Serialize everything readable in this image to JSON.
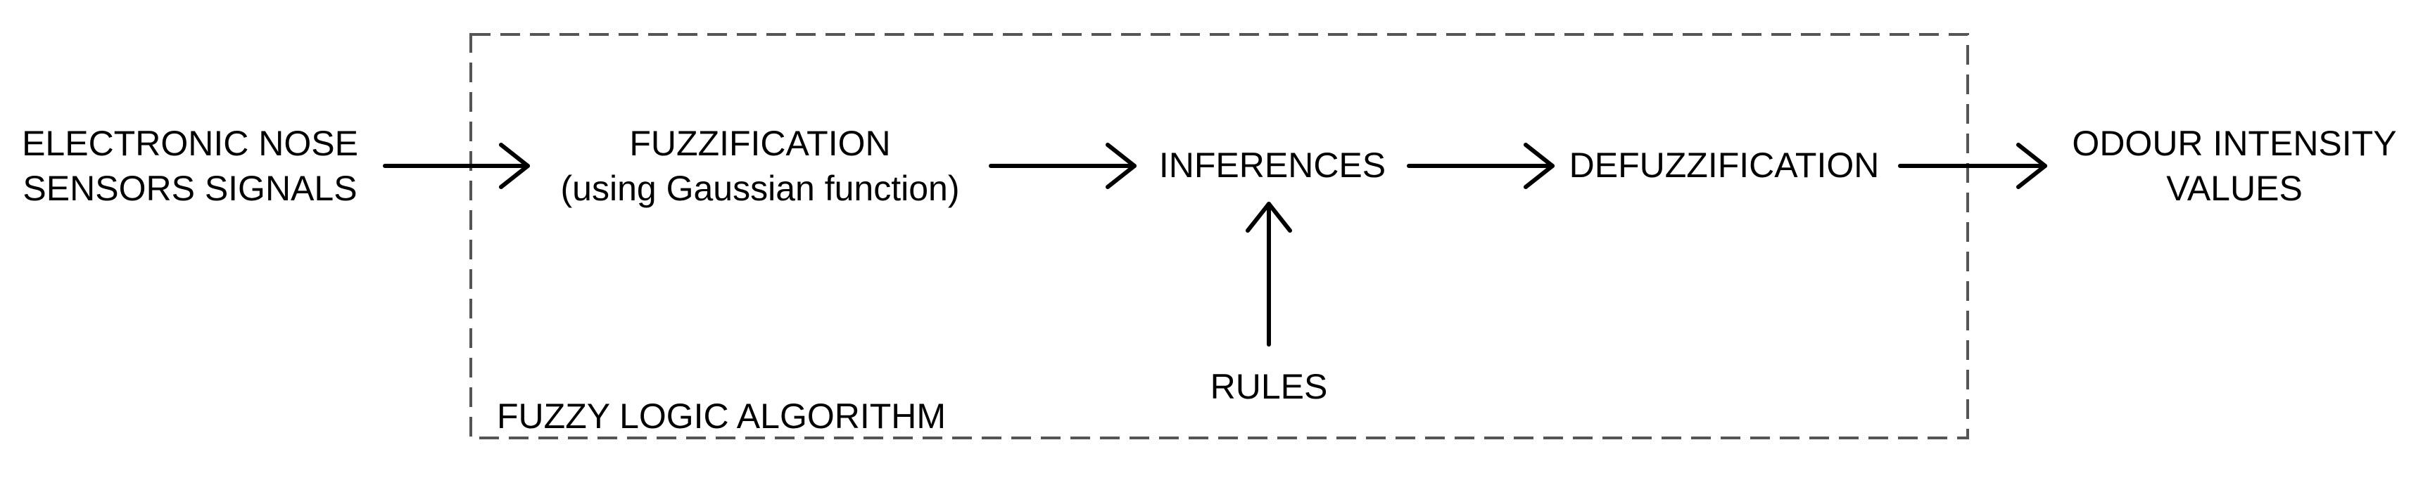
{
  "input": {
    "line1": "ELECTRONIC NOSE",
    "line2": "SENSORS SIGNALS"
  },
  "fuzzification": {
    "line1": "FUZZIFICATION",
    "line2": "(using Gaussian function)"
  },
  "inferences": "INFERENCES",
  "defuzzification": "DEFUZZIFICATION",
  "rules": "RULES",
  "output": {
    "line1": "ODOUR INTENSITY",
    "line2": "VALUES"
  },
  "algorithm_box": {
    "title": "FUZZY LOGIC ALGORITHM"
  }
}
